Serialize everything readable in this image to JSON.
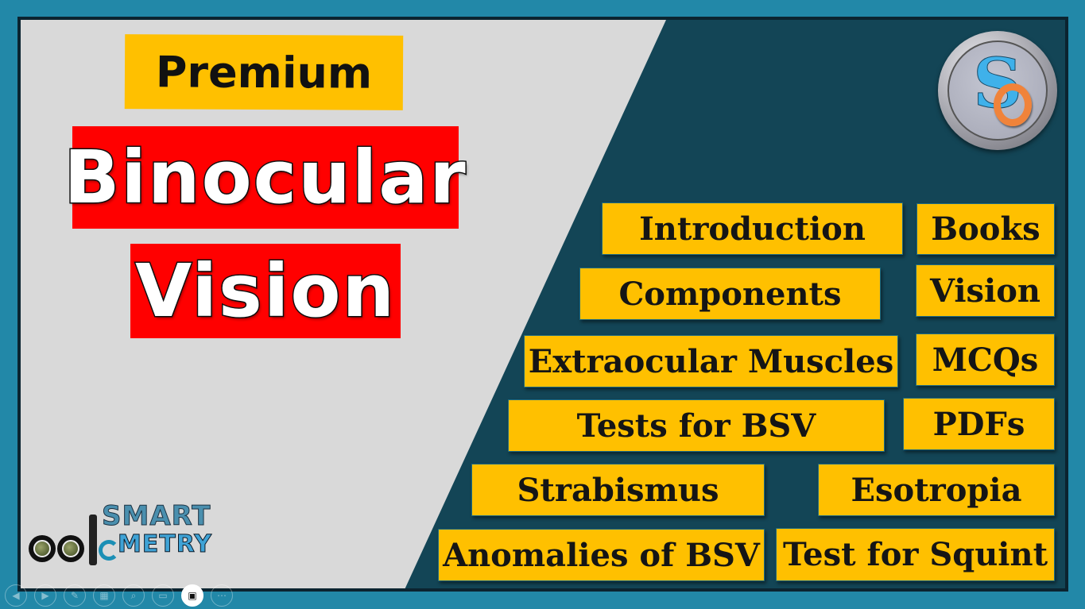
{
  "slide": {
    "badge": "Premium",
    "title_line1": "Binocular",
    "title_line2": "Vision",
    "logo_mark": {
      "letter_s": "S",
      "letter_o": "O",
      "name": "so-logo"
    },
    "brand": {
      "top": "SMART",
      "bottom": "METRY",
      "prefix": "opto"
    },
    "topics": [
      {
        "label": "Introduction"
      },
      {
        "label": "Books"
      },
      {
        "label": "Components"
      },
      {
        "label": "Vision"
      },
      {
        "label": "Extraocular Muscles"
      },
      {
        "label": "MCQs"
      },
      {
        "label": "Tests for BSV"
      },
      {
        "label": "PDFs"
      },
      {
        "label": "Strabismus"
      },
      {
        "label": "Esotropia"
      },
      {
        "label": "Anomalies of BSV"
      },
      {
        "label": "Test for Squint"
      }
    ],
    "colors": {
      "frame": "#2288a8",
      "panel_dark": "#134556",
      "panel_light": "#d9d9d9",
      "tag_yellow": "#ffc000",
      "title_red": "#ff0000"
    }
  },
  "presenter_toolbar": {
    "buttons": [
      {
        "icon": "previous-icon",
        "glyph": "◀"
      },
      {
        "icon": "next-icon",
        "glyph": "▶"
      },
      {
        "icon": "pen-icon",
        "glyph": "✎"
      },
      {
        "icon": "slides-grid-icon",
        "glyph": "▦"
      },
      {
        "icon": "zoom-icon",
        "glyph": "⌕"
      },
      {
        "icon": "subtitles-icon",
        "glyph": "▭"
      },
      {
        "icon": "camera-icon",
        "glyph": "▣"
      },
      {
        "icon": "more-icon",
        "glyph": "⋯"
      }
    ]
  }
}
